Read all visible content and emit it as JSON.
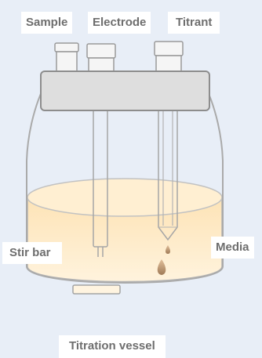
{
  "labels": {
    "sample": "Sample",
    "electrode": "Electrode",
    "titrant": "Titrant",
    "media": "Media",
    "stir_bar": "Stir bar",
    "vessel": "Titration vessel"
  },
  "colors": {
    "background": "#e8eef7",
    "outline": "#a9a9a9",
    "lid_fill": "#dedede",
    "lid_stroke": "#8d8d8d",
    "media_fill": "#fde8c2",
    "media_top": "#fff1d8",
    "label_bg": "#ffffff",
    "label_text": "#6e6e6e",
    "drop": "#c29a70"
  }
}
